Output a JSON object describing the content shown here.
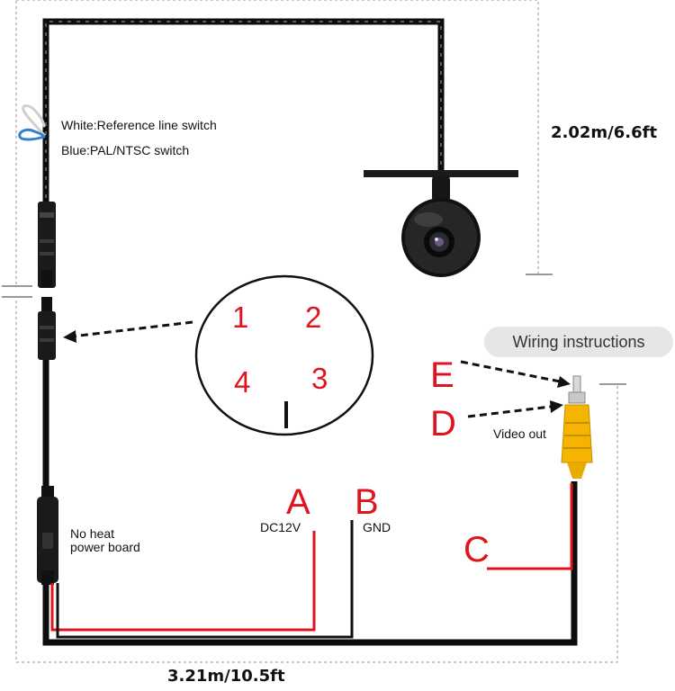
{
  "labels": {
    "white_wire": "White:Reference line switch",
    "blue_wire": "Blue:PAL/NTSC switch",
    "cable_vertical": "2.02m/6.6ft",
    "cable_horizontal": "3.21m/10.5ft",
    "power_board": [
      "No heat",
      "power board"
    ],
    "dc12v": "DC12V",
    "gnd": "GND",
    "video_out": "Video out",
    "wiring_badge": "Wiring instructions"
  },
  "connector_pins": [
    "1",
    "2",
    "4",
    "3"
  ],
  "wire_letters": {
    "a": "A",
    "b": "B",
    "c": "C",
    "d": "D",
    "e": "E"
  },
  "colors": {
    "cable": "#0d0d0d",
    "power_wire": "#e0141e",
    "white_wire": "#d9d9d9",
    "blue_wire": "#2f80d0",
    "rca_yellow": "#f5b400",
    "dashed_frame": "#b8b8b8",
    "badge_bg": "#e6e6e6"
  }
}
